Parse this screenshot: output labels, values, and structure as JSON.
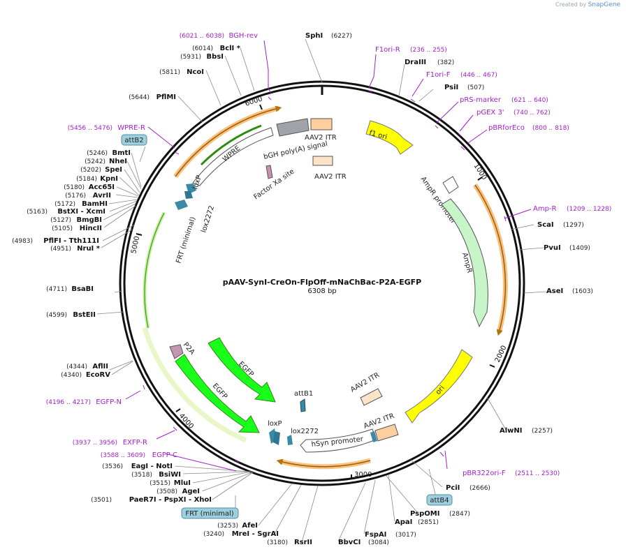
{
  "watermark": {
    "prefix": "Created by",
    "brand": "SnapGene"
  },
  "plasmid": {
    "name": "pAAV-SynI-CreOn-FlpOff-mNaChBac-P2A-EGFP",
    "length": "6308 bp"
  },
  "ruler": [
    "1000",
    "2000",
    "3000",
    "4000",
    "5000",
    "6000"
  ],
  "enzymes": [
    {
      "name": "SphI",
      "pos": "(6227)"
    },
    {
      "name": "DraIII",
      "pos": "(382)"
    },
    {
      "name": "PsiI",
      "pos": "(507)"
    },
    {
      "name": "ScaI",
      "pos": "(1297)"
    },
    {
      "name": "PvuI",
      "pos": "(1409)"
    },
    {
      "name": "AseI",
      "pos": "(1603)"
    },
    {
      "name": "AlwNI",
      "pos": "(2257)"
    },
    {
      "name": "PciI",
      "pos": "(2666)"
    },
    {
      "name": "PspOMI",
      "pos": "(2847)"
    },
    {
      "name": "ApaI",
      "pos": "(2851)"
    },
    {
      "name": "FspAI",
      "pos": "(3017)"
    },
    {
      "name": "BbvCI",
      "pos": "(3084)"
    },
    {
      "name": "RsrII",
      "pos": "(3180)"
    },
    {
      "name": "MreI - SgrAI",
      "pos": "(3240)"
    },
    {
      "name": "AfeI",
      "pos": "(3253)"
    },
    {
      "name": "PaeR7I - PspXI - XhoI",
      "pos": "(3501)"
    },
    {
      "name": "AgeI",
      "pos": "(3508)"
    },
    {
      "name": "MluI",
      "pos": "(3515)"
    },
    {
      "name": "BsiWI",
      "pos": "(3518)"
    },
    {
      "name": "EagI - NotI",
      "pos": "(3536)"
    },
    {
      "name": "EcoRV",
      "pos": "(4340)"
    },
    {
      "name": "AflII",
      "pos": "(4344)"
    },
    {
      "name": "BstEII",
      "pos": "(4599)"
    },
    {
      "name": "BsaBI",
      "pos": "(4711)"
    },
    {
      "name": "NruI *",
      "pos": "(4951)"
    },
    {
      "name": "PflFI - Tth111I",
      "pos": "(4983)"
    },
    {
      "name": "HincII",
      "pos": "(5105)"
    },
    {
      "name": "BmgBI",
      "pos": "(5127)"
    },
    {
      "name": "BstXI - XcmI",
      "pos": "(5163)"
    },
    {
      "name": "BamHI",
      "pos": "(5172)"
    },
    {
      "name": "AvrII",
      "pos": "(5176)"
    },
    {
      "name": "Acc65I",
      "pos": "(5180)"
    },
    {
      "name": "KpnI",
      "pos": "(5184)"
    },
    {
      "name": "SpeI",
      "pos": "(5202)"
    },
    {
      "name": "NheI",
      "pos": "(5242)"
    },
    {
      "name": "BmtI",
      "pos": "(5246)"
    },
    {
      "name": "PflMI",
      "pos": "(5644)"
    },
    {
      "name": "NcoI",
      "pos": "(5811)"
    },
    {
      "name": "BbsI",
      "pos": "(5931)"
    },
    {
      "name": "BclI *",
      "pos": "(6014)"
    }
  ],
  "primers": [
    {
      "name": "BGH-rev",
      "pos": "(6021 .. 6038)"
    },
    {
      "name": "F1ori-R",
      "pos": "(236 .. 255)"
    },
    {
      "name": "F1ori-F",
      "pos": "(446 .. 467)"
    },
    {
      "name": "pRS-marker",
      "pos": "(621 .. 640)"
    },
    {
      "name": "pGEX 3'",
      "pos": "(740 .. 762)"
    },
    {
      "name": "pBRforEco",
      "pos": "(800 .. 818)"
    },
    {
      "name": "Amp-R",
      "pos": "(1209 .. 1228)"
    },
    {
      "name": "pBR322ori-F",
      "pos": "(2511 .. 2530)"
    },
    {
      "name": "EGFP-C",
      "pos": "(3588 .. 3609)"
    },
    {
      "name": "EXFP-R",
      "pos": "(3937 .. 3956)"
    },
    {
      "name": "EGFP-N",
      "pos": "(4196 .. 4217)"
    },
    {
      "name": "WPRE-R",
      "pos": "(5456 .. 5476)"
    }
  ],
  "boxed_features": [
    "attB2",
    "attB4",
    "FRT (minimal)"
  ],
  "features": {
    "f1ori": "f1 ori",
    "aav_itr_top": "AAV2 ITR",
    "aav_itr_top2": "AAV2 ITR",
    "bgh": "bGH poly(A) signal",
    "factor_xa": "Factor Xa site",
    "wpre": "WPRE",
    "loxp_top": "loxP",
    "lox2272_top": "lox2272",
    "frt": "FRT (minimal)",
    "ampr_promoter": "AmpR promoter",
    "ampr": "AmpR",
    "ori": "ori",
    "aav_itr_mid": "AAV2 ITR",
    "aav_itr_bot": "AAV2 ITR",
    "hsyn": "hSyn promoter",
    "attb1": "attB1",
    "loxp_bot": "loxP",
    "lox2272_bot": "lox2272",
    "egfp_inner": "EGFP",
    "egfp_outer": "EGFP",
    "p2a": "P2A"
  }
}
